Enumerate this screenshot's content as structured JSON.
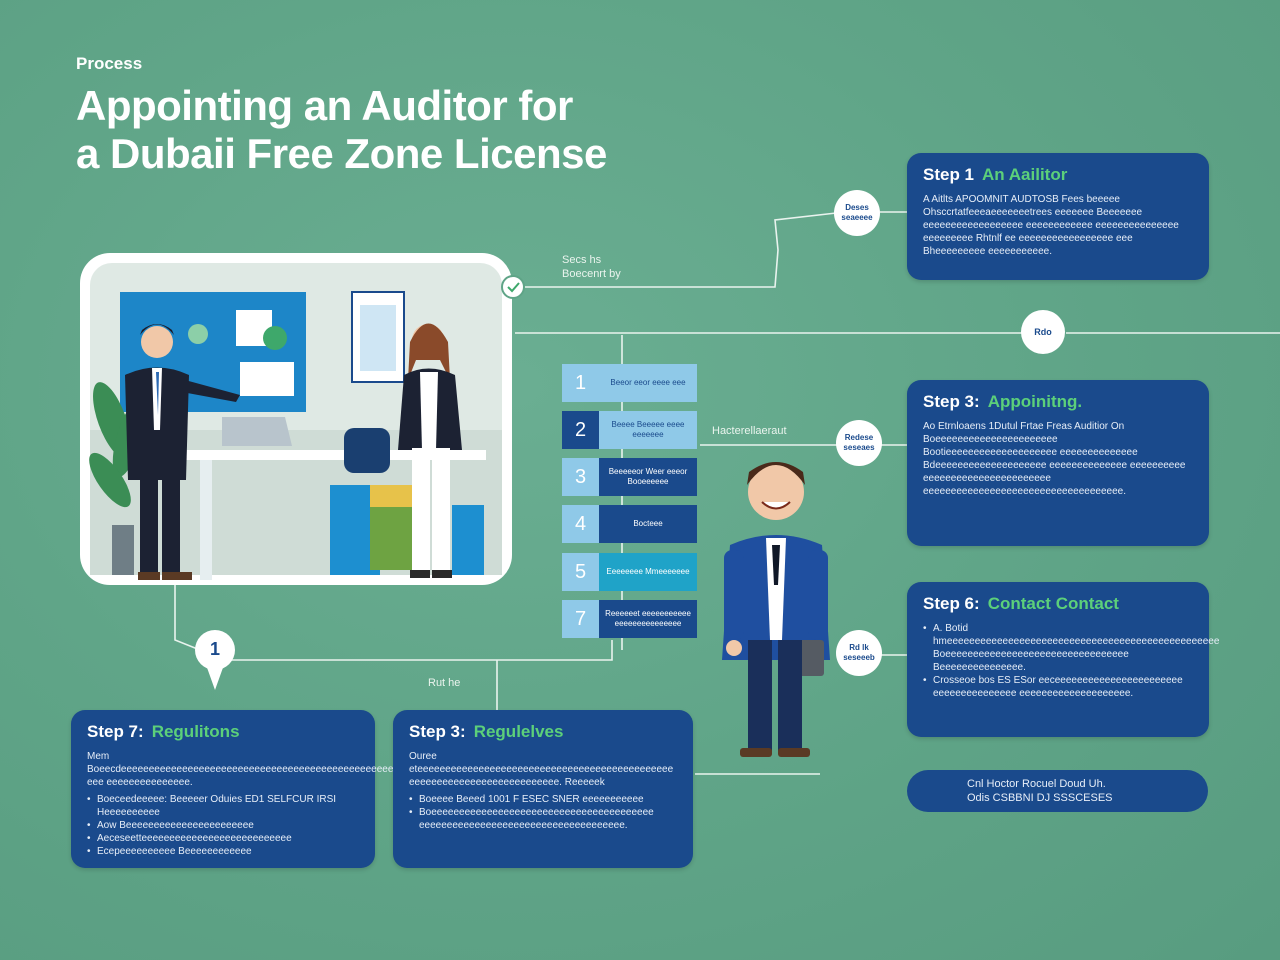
{
  "header": {
    "eyebrow": "Process",
    "title_line1": "Appointing an Auditor for",
    "title_line2": "a Dubaii Free Zone License"
  },
  "labels": {
    "office_callout": "Secs hs\nBoecenrt by",
    "middle_arrow": "Hacterellaeraut",
    "bottom_arrow": "Rut he"
  },
  "circles": {
    "c1": "Deses seaeeee",
    "c2": "Rdo",
    "c3": "Redese seseaes",
    "c4": "Rd lk seseeeb",
    "ill_badge": "1"
  },
  "steps_list": [
    {
      "num": "1",
      "text": "Beeor eeor eeee eee"
    },
    {
      "num": "2",
      "text": "Beeee Beeeee eeee eeeeeee"
    },
    {
      "num": "3",
      "text": "Beeeeeor Weer eeeor Booeeeeee"
    },
    {
      "num": "4",
      "text": "Bocteee"
    },
    {
      "num": "5",
      "text": "Eeeeeeee Mmeeeeeee"
    },
    {
      "num": "7",
      "text": "Reeeeeet eeeeeeeeeee eeeeeeeeeeeeeee"
    }
  ],
  "cards": {
    "step1": {
      "prefix": "Step 1",
      "accent": "An Aailitor",
      "body": "A Aitlts APOOMNIT AUDTOSB Fees beeeee Ohsccrtatfeeeaeeeeeeetrees eeeeeee Beeeeeee eeeeeeeeeeeeeeeeee eeeeeeeeeeee eeeeeeeeeeeeeee eeeeeeeee Rhtnlf ee eeeeeeeeeeeeeeeee eee Bheeeeeeeee eeeeeeeeeee."
    },
    "step3_right": {
      "prefix": "Step 3:",
      "accent": "Appoinitng.",
      "body": "Ao Etrnloaens 1Dutul Frtae Freas Auditior On Boeeeeeeeeeeeeeeeeeeeeee Bootieeeeeeeeeeeeeeeeeeee eeeeeeeeeeeeee Bdeeeeeeeeeeeeeeeeeeee eeeeeeeeeeeeee eeeeeeeeee eeeeeeeeeeeeeeeeeeeeeee eeeeeeeeeeeeeeeeeeeeeeeeeeeeeeeeeeee."
    },
    "step6": {
      "prefix": "Step 6:",
      "accent": "Contact  Contact",
      "items": [
        "A. Botid hmeeeeeeeeeeeeeeeeeeeeeeeeeeeeeeeeeeeeeeeeeeeeeeeee Boeeeeeeeeeeeeeeeeeeeeeeeeeeeeeeeee Beeeeeeeeeeeeeee.",
        "Crosseoe bos ES ESor eeceeeeeeeeeeeeeeeeeeeeeee eeeeeeeeeeeeeee eeeeeeeeeeeeeeeeeeee."
      ]
    },
    "step7": {
      "prefix": "Step 7:",
      "accent": "Regulitons",
      "body": "Mem Boeecdeeeeeeeeeeeeeeeeeeeeeeeeeeeeeeeeeeeeeeeeeeeeeeeeeeeeeeeee eee eeeeeeeeeeeeeee.",
      "items": [
        "Boeceedeeeee: Beeeeer Oduies ED1 SELFCUR IRSI Heeeeeeeeee",
        "Aow Beeeeeeeeeeeeeeeeeeeeeee",
        "Aeceseetteeeeeeeeeeeeeeeeeeeeeeeeeee",
        "Ecepeeeeeeeeee Beeeeeeeeeeee"
      ]
    },
    "step3_bottom": {
      "prefix": "Step 3:",
      "accent": "Regulelves",
      "body": "Ouree eteeeeeeeeeeeeeeeeeeeeeeeeeeeeeeeeeeeeeeeeeeeeee eeeeeeeeeeeeeeeeeeeeeeeeeee. Reeeeek",
      "items": [
        "Boeeee Beeed 1001 F ESEC SNER eeeeeeeeeee",
        "Boeeeeeeeeeeeeeeeeeeeeeeeeeeeeeeeeeeeeeeee eeeeeeeeeeeeeeeeeeeeeeeeeeeeeeeeeeeee."
      ]
    }
  },
  "contact_bar": {
    "line1": "Cnl Hoctor  Rocuel Doud Uh.",
    "line2": "Odis CSBBNI DJ SSSCESES"
  },
  "colors": {
    "background": "#5fa487",
    "card": "#1a4a8c",
    "accent_green": "#5cd07a",
    "step_light": "#8fc9e8",
    "step_dark": "#1a4a8c"
  }
}
